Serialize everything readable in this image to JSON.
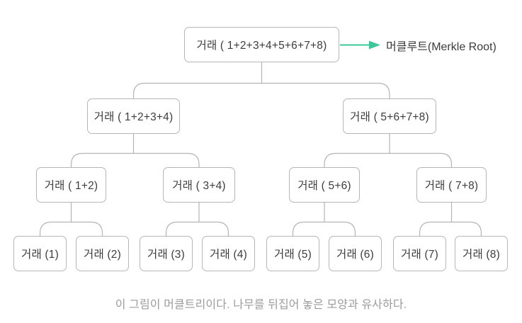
{
  "diagram": {
    "title_hint": "merkle-tree",
    "nodes": {
      "root": "거래 ( 1+2+3+4+5+6+7+8)",
      "level2": [
        "거래 ( 1+2+3+4)",
        "거래 ( 5+6+7+8)"
      ],
      "level3": [
        "거래 ( 1+2)",
        "거래 ( 3+4)",
        "거래 ( 5+6)",
        "거래 ( 7+8)"
      ],
      "level4": [
        "거래 (1)",
        "거래 (2)",
        "거래 (3)",
        "거래 (4)",
        "거래 (5)",
        "거래 (6)",
        "거래 (7)",
        "거래 (8)"
      ]
    },
    "root_annotation": "머클루트(Merkle Root)",
    "caption": "이 그림이 머클트리이다. 나무를 뒤집어 놓은 모양과 유사하다.",
    "colors": {
      "arrow": "#3bc99a",
      "node_border": "#b6b6b6",
      "node_text": "#3c3c3c",
      "connector": "#b4b4b4",
      "caption_text": "#9b9b9b"
    }
  }
}
